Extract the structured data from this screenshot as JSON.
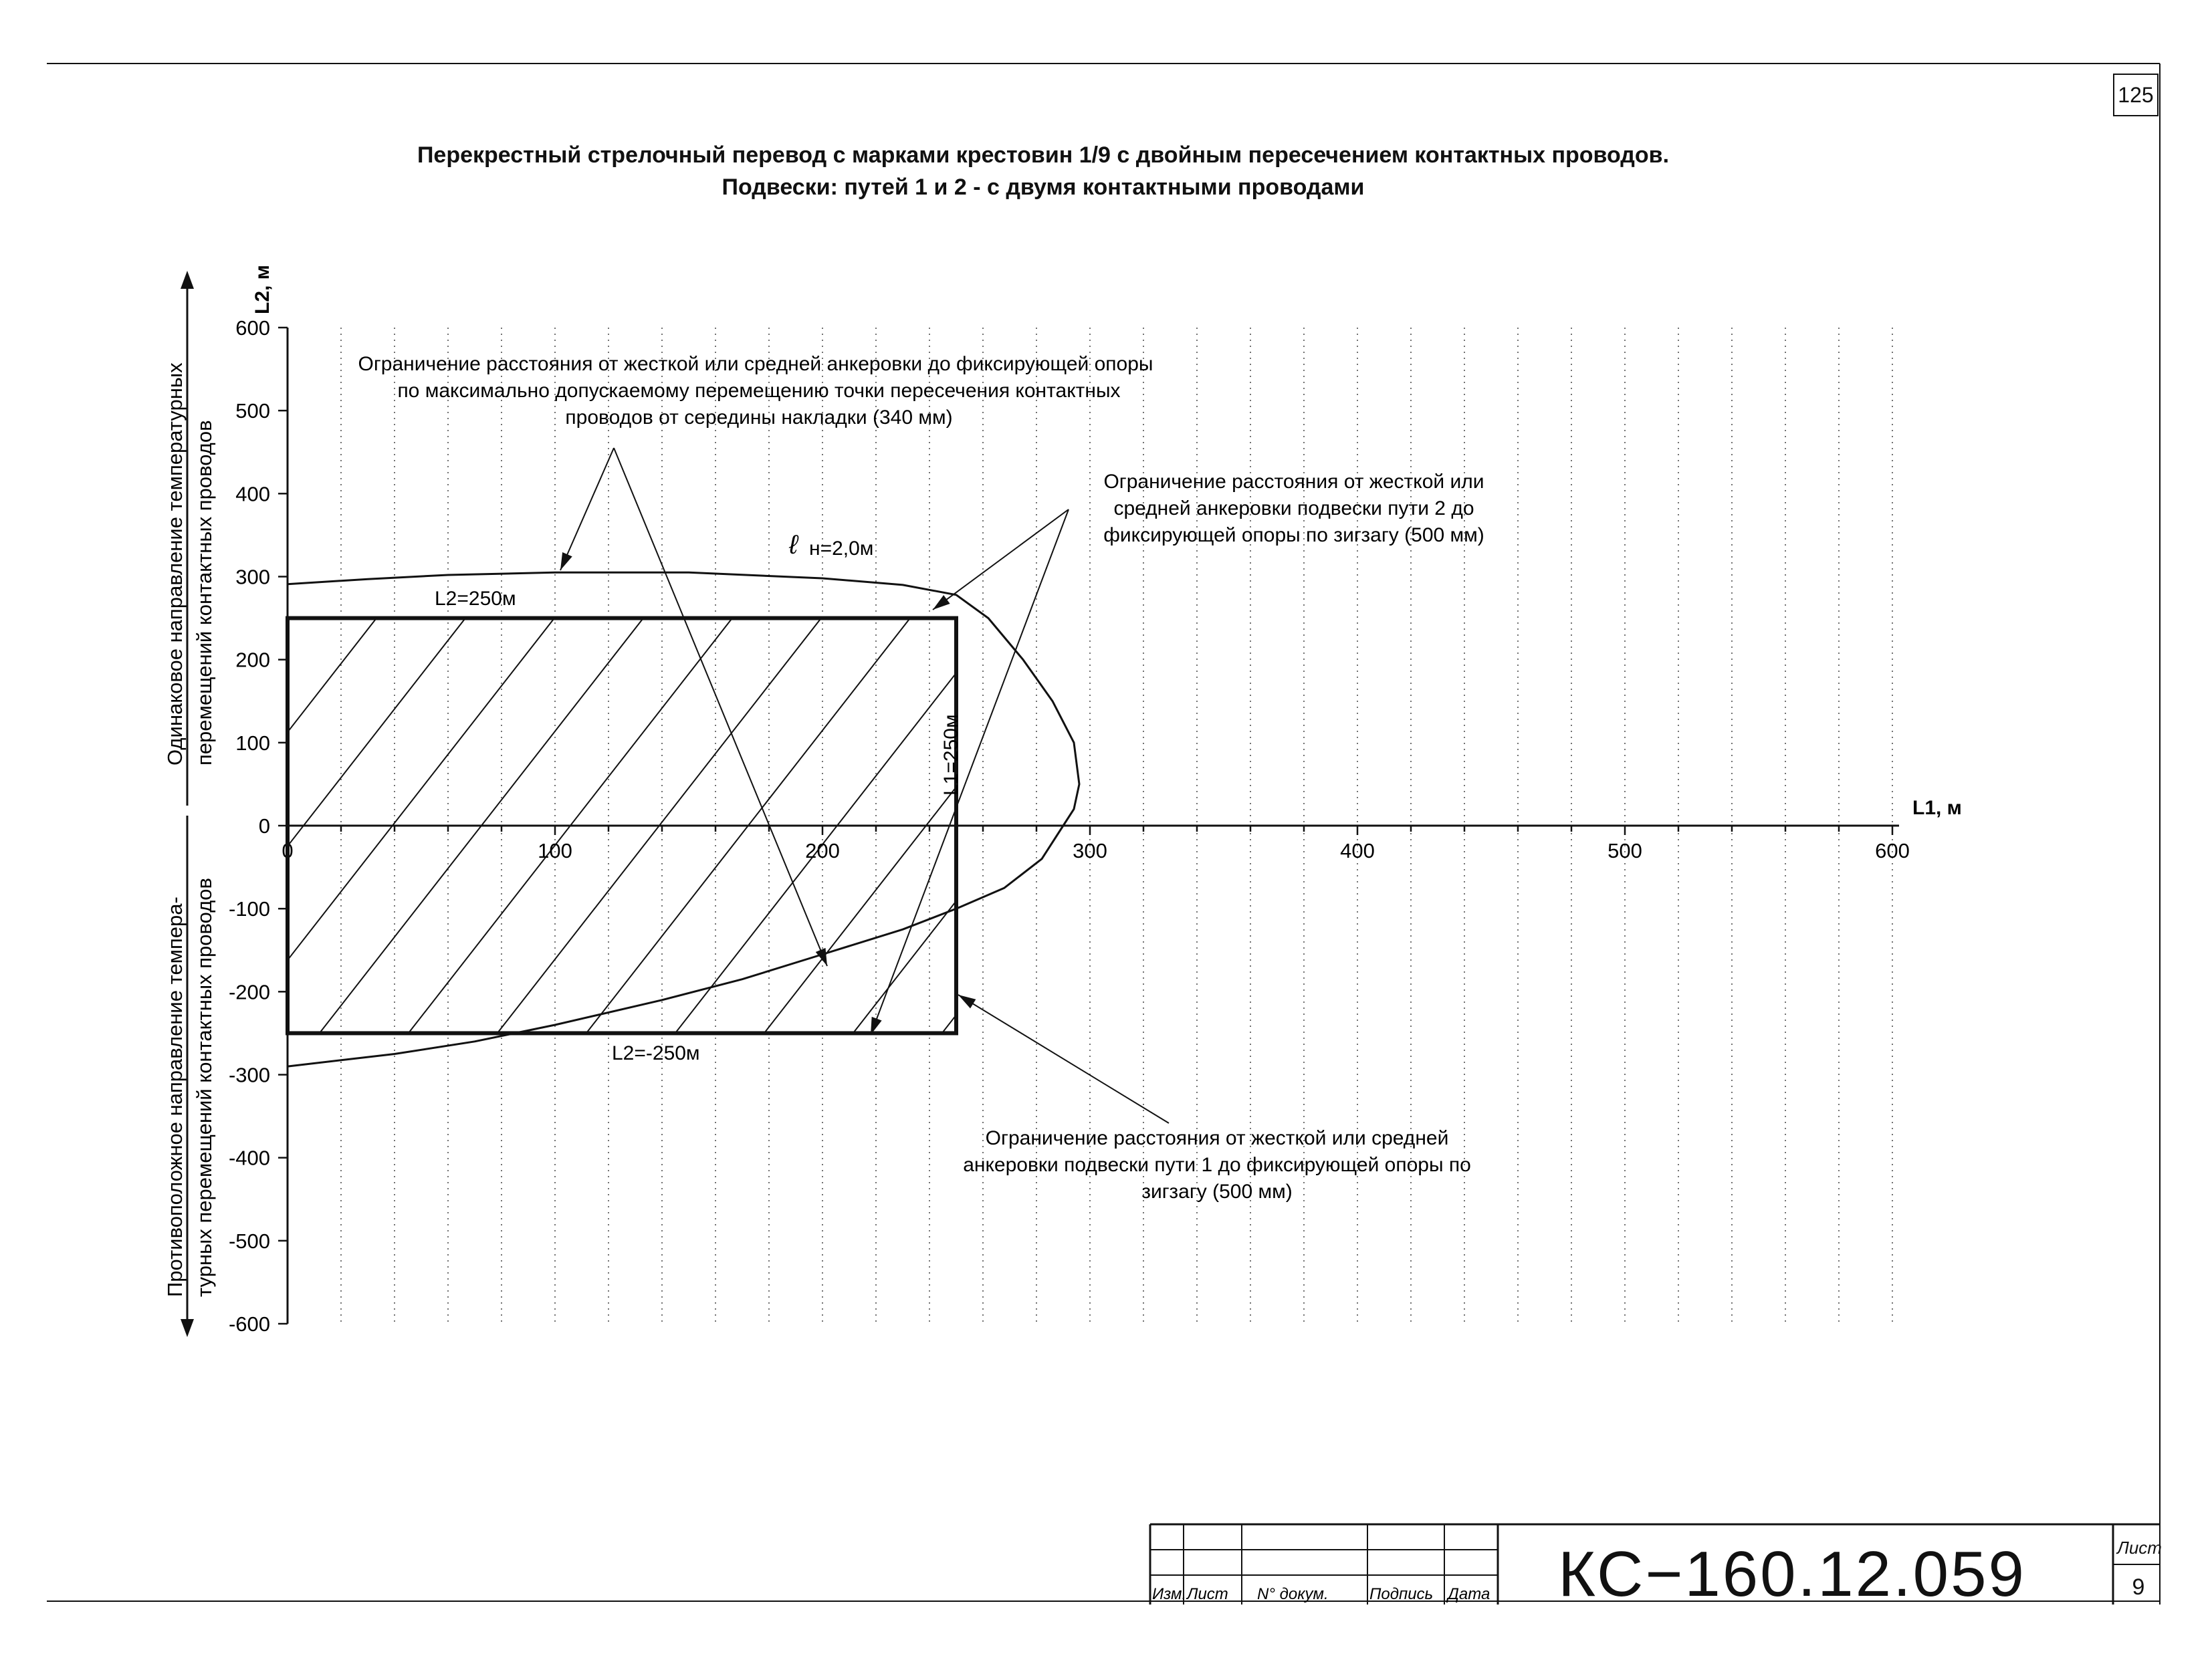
{
  "page_number": "125",
  "title_line1": "Перекрестный стрелочный перевод с марками крестовин 1/9 с двойным пересечением контактных проводов.",
  "title_line2": "Подвески:  путей 1 и 2 - с двумя контактными проводами",
  "side_label_upper_1": "Одинаковое направление температурных",
  "side_label_upper_2": "перемещений контактных проводов",
  "side_label_lower_1": "Противоположное направление темпера-",
  "side_label_lower_2": "турных перемещений контактных проводов",
  "annotations": {
    "top_1": "Ограничение расстояния от жесткой или средней анкеровки до фиксирующей опоры",
    "top_2": "по максимально допускаемому перемещению точки пересечения контактных",
    "top_3": "проводов от середины накладки (340 мм)",
    "right_1": "Ограничение расстояния от жесткой или",
    "right_2": "средней анкеровки подвески пути 2 до",
    "right_3": "фиксирующей опоры по зигзагу (500 мм)",
    "bottom_1": "Ограничение расстояния от жесткой или средней",
    "bottom_2": "анкеровки подвески пути 1 до фиксирующей опоры по",
    "bottom_3": "зигзагу (500 мм)",
    "ln": "н=2,0м",
    "ln_symbol": "ℓ",
    "l2_pos": "L2=250м",
    "l2_neg": "L2=-250м",
    "l1": "L1=250м"
  },
  "chart_data": {
    "type": "line",
    "xlabel": "L1, м",
    "ylabel": "L2, м",
    "xlim": [
      0,
      600
    ],
    "ylim": [
      -600,
      600
    ],
    "x_ticks": [
      "0",
      "100",
      "200",
      "300",
      "400",
      "500",
      "600"
    ],
    "y_ticks": [
      "600",
      "500",
      "400",
      "300",
      "200",
      "100",
      "0",
      "-100",
      "-200",
      "-300",
      "-400",
      "-500",
      "-600"
    ],
    "grid": "vertical dotted, every 20 m",
    "series": [
      {
        "name": "ℓ н=2,0м",
        "x": [
          0,
          30,
          60,
          100,
          150,
          200,
          230,
          250,
          262,
          275,
          286,
          294,
          296,
          294,
          290,
          282,
          268,
          250,
          230,
          200,
          170,
          140,
          100,
          70,
          40,
          0
        ],
        "y": [
          291,
          297,
          302,
          305,
          305,
          298,
          290,
          278,
          250,
          200,
          150,
          100,
          50,
          20,
          0,
          -40,
          -75,
          -100,
          -125,
          -155,
          -185,
          -210,
          -240,
          -260,
          -275,
          -290
        ]
      }
    ],
    "rectangle": {
      "x": [
        0,
        250
      ],
      "y": [
        -250,
        250
      ]
    },
    "hatch": "diagonal lines inside rectangle",
    "colors": {
      "ink": "#111111"
    }
  },
  "title_block": {
    "headers": [
      "Изм.",
      "Лист",
      "N° докум.",
      "Подпись",
      "Дата"
    ],
    "code": "КС−160.12.059",
    "sheet_label": "Лист",
    "sheet_number": "9"
  }
}
